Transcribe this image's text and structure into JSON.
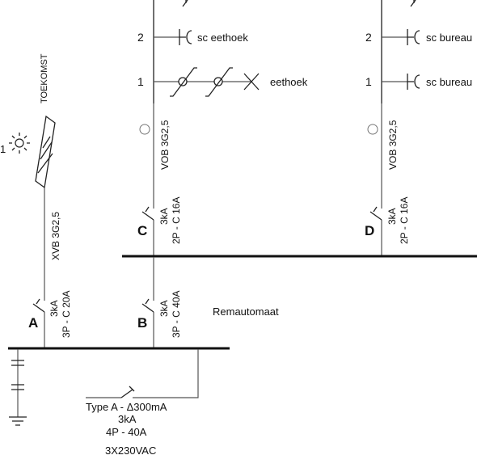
{
  "circuits": {
    "C": {
      "letter": "C",
      "breaking_capacity": "3kA",
      "rating": "2P - C 16A",
      "cable": "VOB 3G2,5"
    },
    "D": {
      "letter": "D",
      "breaking_capacity": "3kA",
      "rating": "2P - C 16A",
      "cable": "VOB 3G2,5"
    },
    "A": {
      "letter": "A",
      "breaking_capacity": "3kA",
      "rating": "3P - C 20A",
      "cable": "XVB 3G2,5"
    },
    "B": {
      "letter": "B",
      "breaking_capacity": "3kA",
      "rating": "3P - C 40A"
    }
  },
  "circuit_c_items": [
    {
      "number": "2",
      "label": "sc eethoek"
    },
    {
      "number": "1",
      "label": "eethoek"
    }
  ],
  "circuit_d_items": [
    {
      "number": "2",
      "label": "sc bureau"
    },
    {
      "number": "1",
      "label": "sc bureau"
    }
  ],
  "solar": {
    "label": "TOEKOMST",
    "number": "1"
  },
  "rem_label": "Remautomaat",
  "main_switch": {
    "type": "Type A - Δ300mA",
    "breaking_capacity": "3kA",
    "rating": "4P - 40A",
    "supply": "3X230VAC"
  },
  "colors": {
    "line": "#111111",
    "wire": "#555555",
    "background": "#ffffff"
  }
}
